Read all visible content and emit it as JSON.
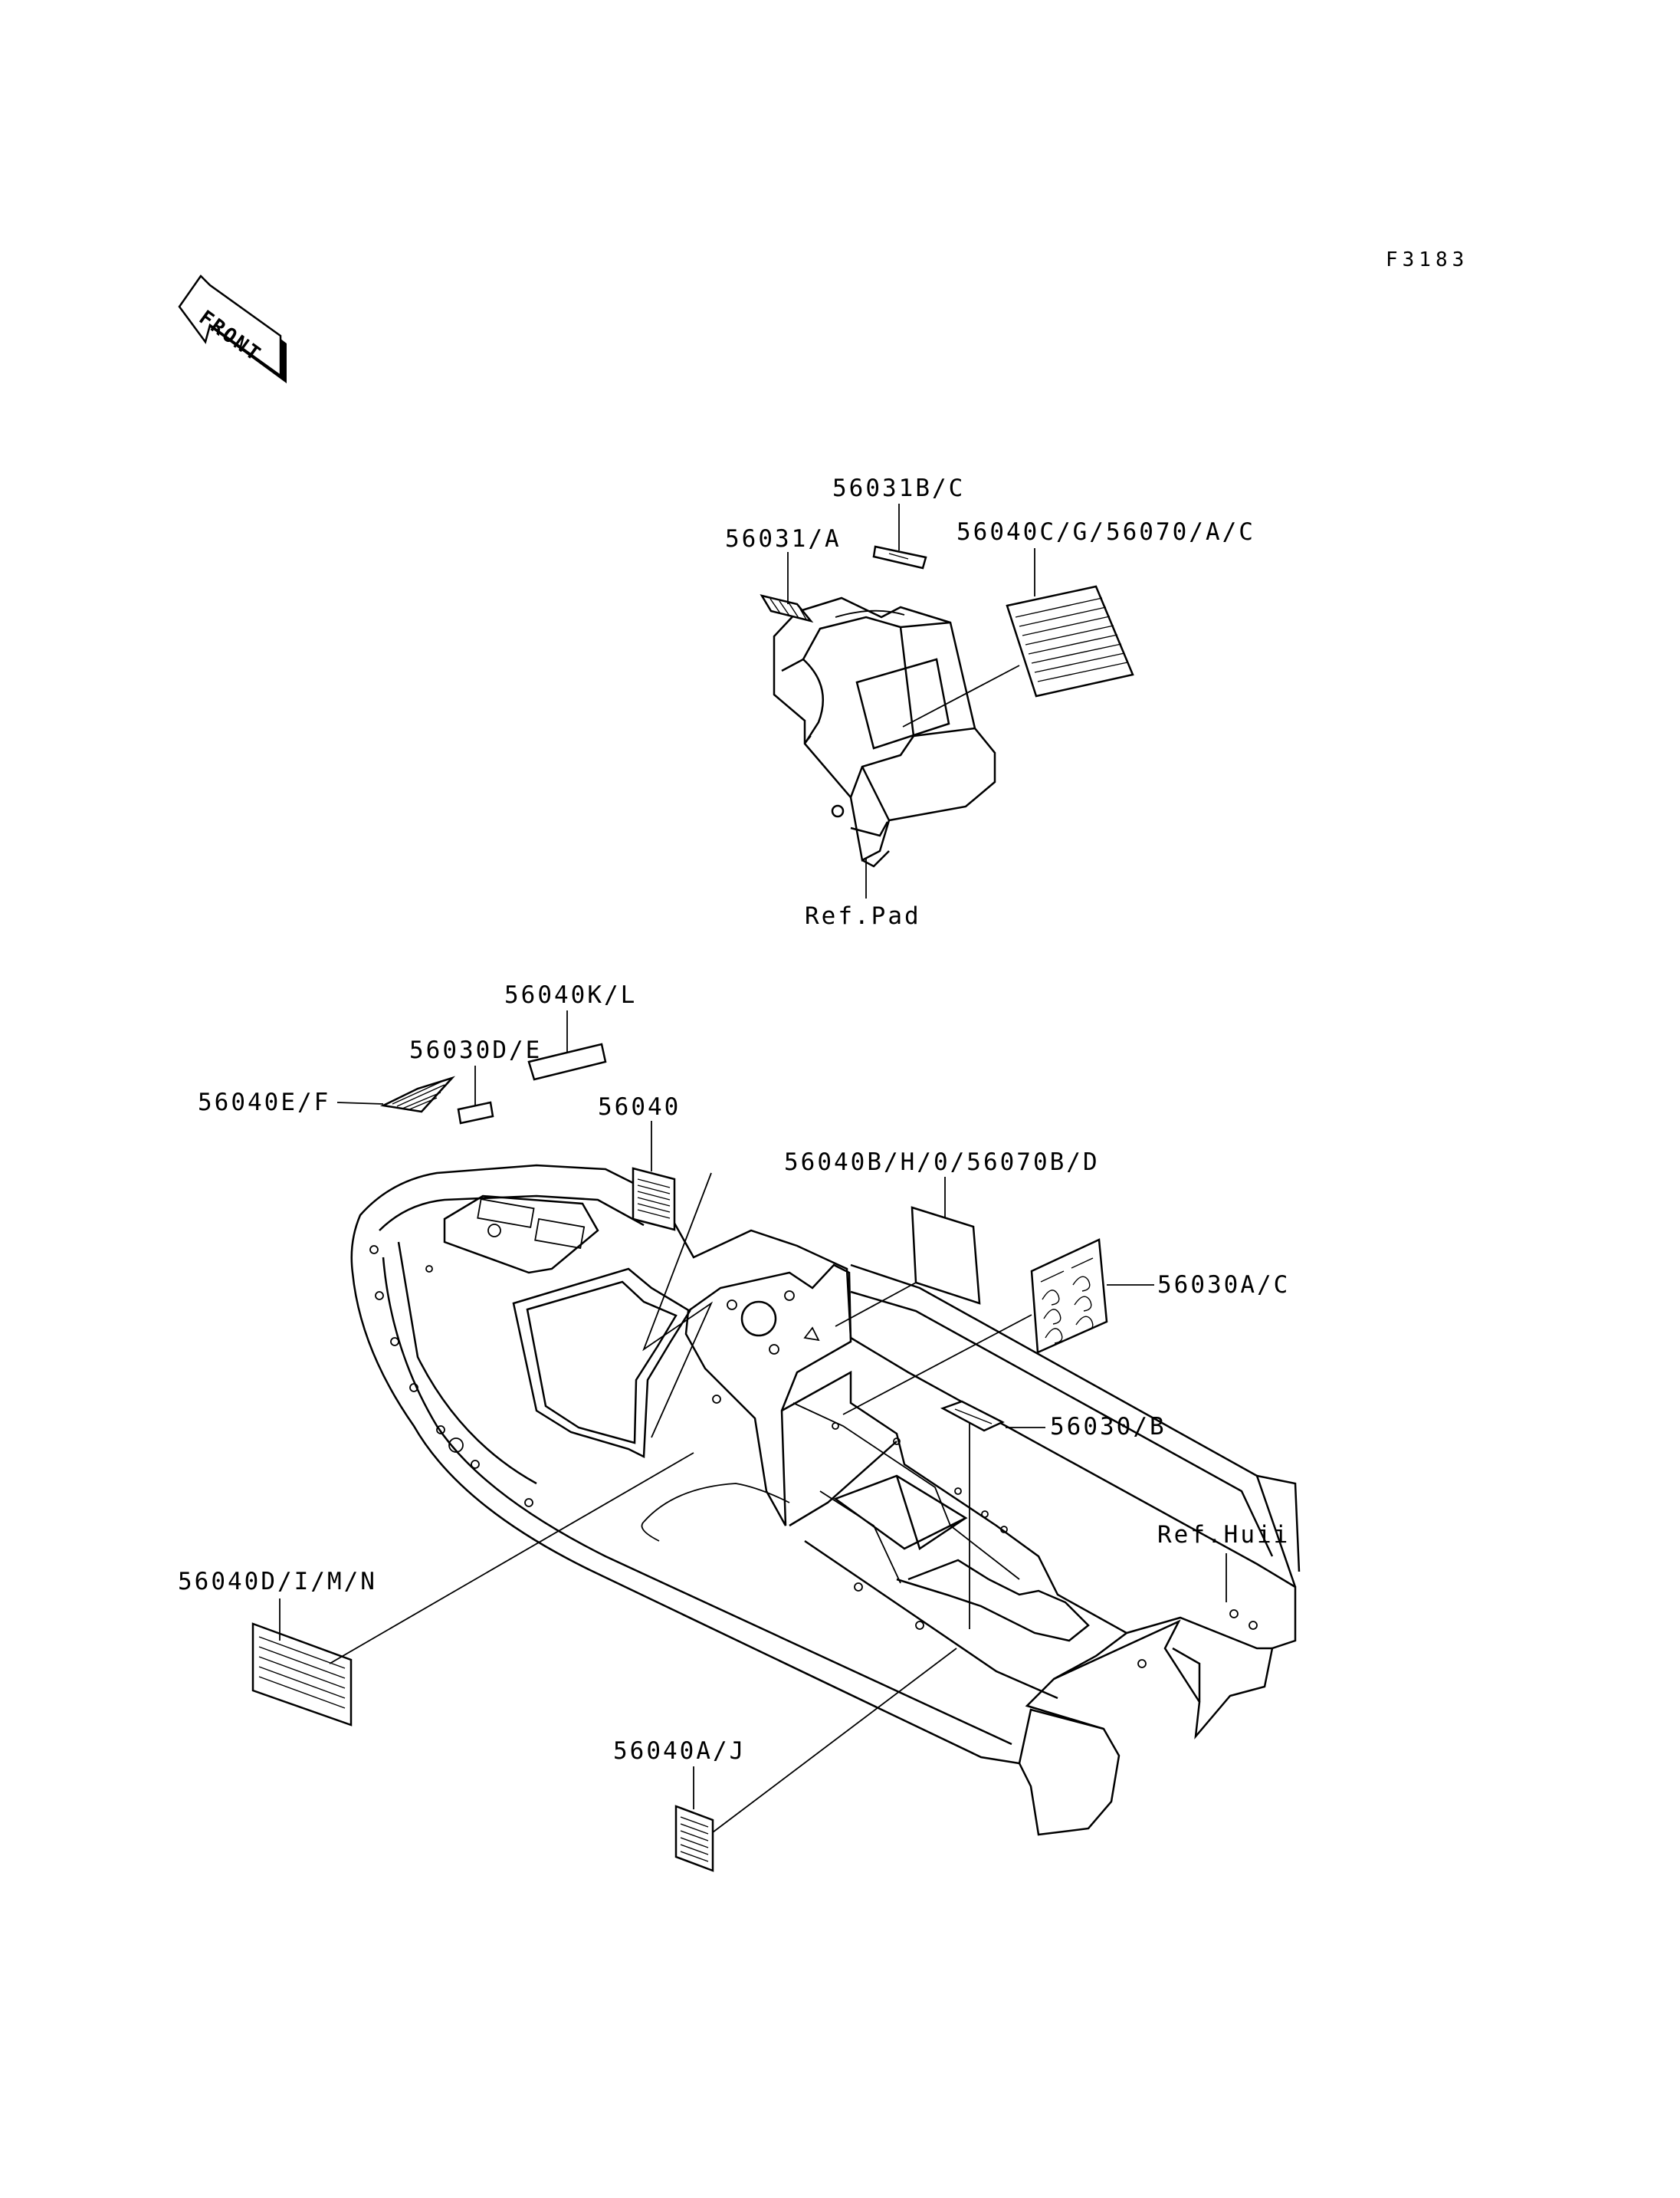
{
  "figure_id": "F3183",
  "front_label": "FRONT",
  "parts": [
    {
      "id": "p1",
      "number": "56031B/C"
    },
    {
      "id": "p2",
      "number": "56031/A"
    },
    {
      "id": "p3",
      "number": "56040C/G/56070/A/C"
    },
    {
      "id": "p4",
      "number": "56040K/L"
    },
    {
      "id": "p5",
      "number": "56030D/E"
    },
    {
      "id": "p6",
      "number": "56040E/F"
    },
    {
      "id": "p7",
      "number": "56040"
    },
    {
      "id": "p8",
      "number": "56040B/H/0/56070B/D"
    },
    {
      "id": "p9",
      "number": "56030A/C"
    },
    {
      "id": "p10",
      "number": "56030/B"
    },
    {
      "id": "p11",
      "number": "56040D/I/M/N"
    },
    {
      "id": "p12",
      "number": "56040A/J"
    }
  ],
  "references": {
    "pad": "Ref.Pad",
    "hull": "Ref.Huii"
  }
}
